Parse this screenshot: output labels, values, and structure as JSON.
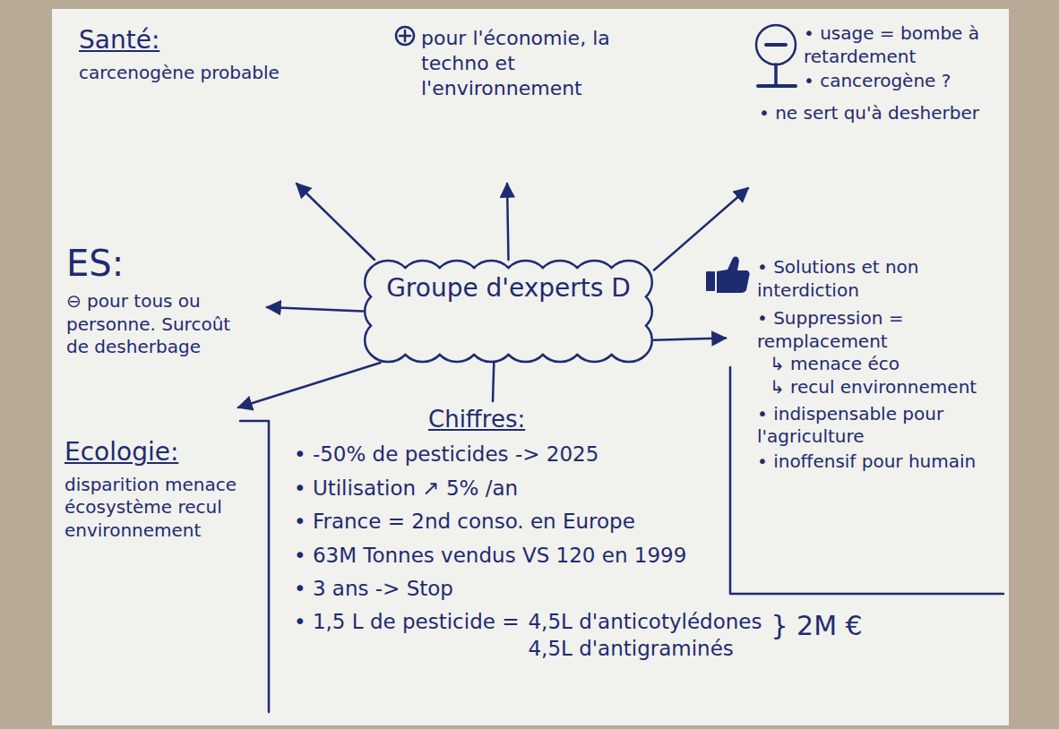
{
  "diagram": {
    "nodes": [
      {
        "text": [
          "Groupe d'experts D"
        ]
      },
      {
        "text": [
          "Santé:",
          "carcenogène probable"
        ]
      },
      {
        "text": [
          "pour l'économie, la techno et l'environnement"
        ]
      },
      {
        "text": [
          "• usage = bombe à retardement",
          "• cancerogène ?",
          "• ne sert qu'à desherber"
        ]
      },
      {
        "text": [
          "ES:",
          "⊖ pour tous ou personne. Surcoût de desherbage"
        ]
      },
      {
        "text": [
          "• Solutions et non interdiction",
          "• Suppression = remplacement",
          "↳ menace éco",
          "↳ recul environnement",
          "• indispensable pour l'agriculture",
          "• inoffensif pour humain"
        ]
      },
      {
        "text": [
          "Ecologie:",
          "disparition menace écosystème recul environnement"
        ]
      },
      {
        "text": [
          "Chiffres:",
          "• -50% de pesticides -> 2025",
          "• Utilisation ↗ 5% /an",
          "• France = 2nd conso. en Europe",
          "• 63M Tonnes vendus VS 120 en 1999",
          "• 3 ans -> Stop",
          "• 1,5 L de pesticide =",
          "4,5L d'anticotylédones",
          "4,5L d'antigraminés",
          "} 2M €"
        ]
      }
    ],
    "edges": [
      {
        "from": 0,
        "to": 1,
        "arrow": "to"
      },
      {
        "from": 0,
        "to": 2,
        "arrow": "to"
      },
      {
        "from": 0,
        "to": 3,
        "arrow": "to"
      },
      {
        "from": 0,
        "to": 4,
        "arrow": "to"
      },
      {
        "from": 0,
        "to": 5,
        "arrow": "to"
      },
      {
        "from": 0,
        "to": 6,
        "arrow": "to"
      },
      {
        "from": 0,
        "to": 7,
        "arrow": "none"
      }
    ]
  }
}
